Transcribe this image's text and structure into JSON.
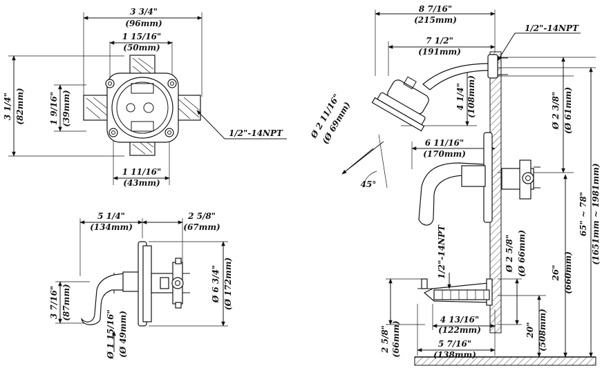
{
  "labels": {
    "valve": {
      "width": "3 3/4\"",
      "width_mm": "(96mm)",
      "inner_width": "1 15/16\"",
      "inner_width_mm": "(50mm)",
      "height": "3 1/4\"",
      "height_mm": "(82mm)",
      "inner_height": "1 9/16\"",
      "inner_height_mm": "(39mm)",
      "bottom_width": "1 11/16\"",
      "bottom_width_mm": "(43mm)",
      "npt": "1/2\"-14NPT"
    },
    "tub": {
      "depth": "5 1/4\"",
      "depth_mm": "(134mm)",
      "valve_depth": "2 5/8\"",
      "valve_depth_mm": "(67mm)",
      "handle_height": "3 7/16\"",
      "handle_height_mm": "(87mm)",
      "plate_dia": "Ø 6 3/4\"",
      "plate_dia_mm": "(Ø 172mm)",
      "handle_dia": "Ø 1 15/16\"",
      "handle_dia_mm": "(Ø 49mm)"
    },
    "shower": {
      "total_reach": "8 7/16\"",
      "total_reach_mm": "(215mm)",
      "npt": "1/2\"-14NPT",
      "arm_reach": "7 1/2\"",
      "arm_reach_mm": "(191mm)",
      "drop": "4 1/4\"",
      "drop_mm": "(108mm)",
      "head_dia": "Ø 2 11/16\"",
      "head_dia_mm": "(Ø 69mm)",
      "flange_dia": "Ø 2 3/8\"",
      "flange_dia_mm": "(Ø 61mm)",
      "angle": "45°",
      "handle_reach": "6 11/16\"",
      "handle_reach_mm": "(170mm)",
      "spout_npt": "1/2\"-14NPT",
      "spout_flange": "Ø 2 5/8\"",
      "spout_flange_mm": "(Ø 66mm)",
      "height_to_valve": "26\"",
      "height_to_valve_mm": "(660mm)",
      "height_to_head": "65\" ~ 78\"",
      "height_to_head_mm": "(1651mm ~ 1981mm)",
      "spout_height": "20\"",
      "spout_height_mm": "(508mm)",
      "spout_reach_inner": "4 13/16\"",
      "spout_reach_inner_mm": "(122mm)",
      "spout_reach": "5 7/16\"",
      "spout_reach_mm": "(138mm)",
      "spout_drop": "2 5/8\"",
      "spout_drop_mm": "(66mm)"
    }
  }
}
